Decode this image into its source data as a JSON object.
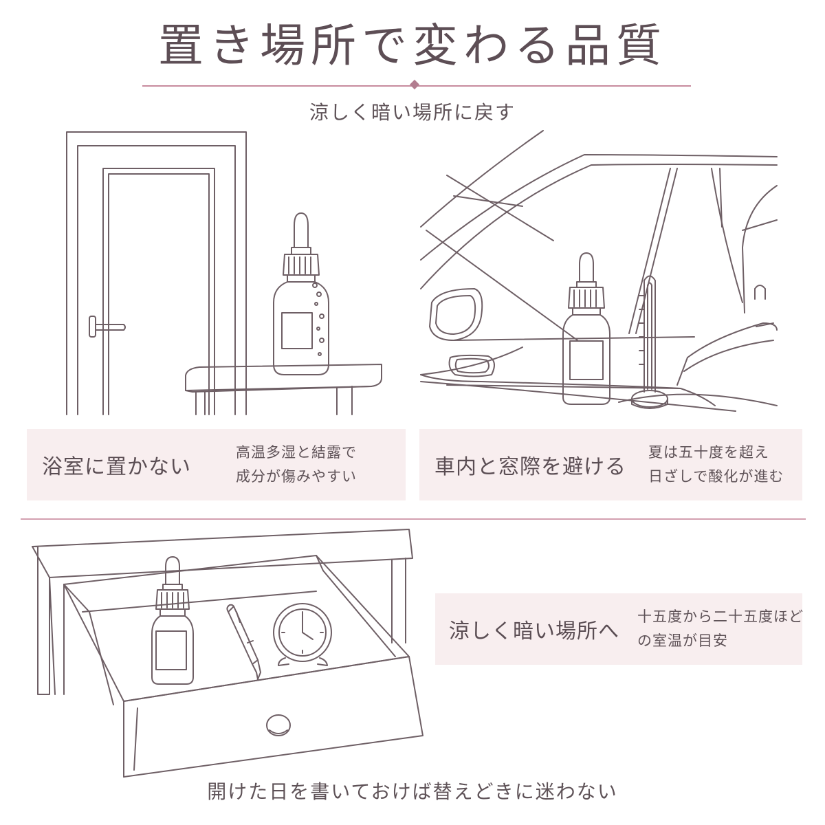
{
  "title": "置き場所で変わる品質",
  "subtitle": "涼しく暗い場所に戻す",
  "panels": {
    "bathroom": {
      "heading": "浴室に置かない",
      "body_line1": "高温多湿と結露で",
      "body_line2": "成分が傷みやすい"
    },
    "car": {
      "heading": "車内と窓際を避ける",
      "body_line1": "夏は五十度を超え",
      "body_line2": "日ざしで酸化が進む"
    },
    "drawer": {
      "heading": "涼しく暗い場所へ",
      "body_line1": "十五度から二十五度ほど",
      "body_line2": "の室温が目安"
    }
  },
  "footer": "開けた日を書いておけば替えどきに迷わない",
  "colors": {
    "line_art": "#6e5f65",
    "panel_bg": "#f8eeef",
    "accent_rule": "#c88b9e",
    "text": "#5e5257"
  },
  "illustrations": {
    "bathroom": [
      "door-icon",
      "dropper-bottle-icon",
      "counter-icon"
    ],
    "car": [
      "car-interior-icon",
      "dropper-bottle-icon",
      "thermometer-icon",
      "side-mirror-icon"
    ],
    "drawer": [
      "desk-drawer-icon",
      "dropper-bottle-icon",
      "pen-icon",
      "alarm-clock-icon"
    ]
  }
}
